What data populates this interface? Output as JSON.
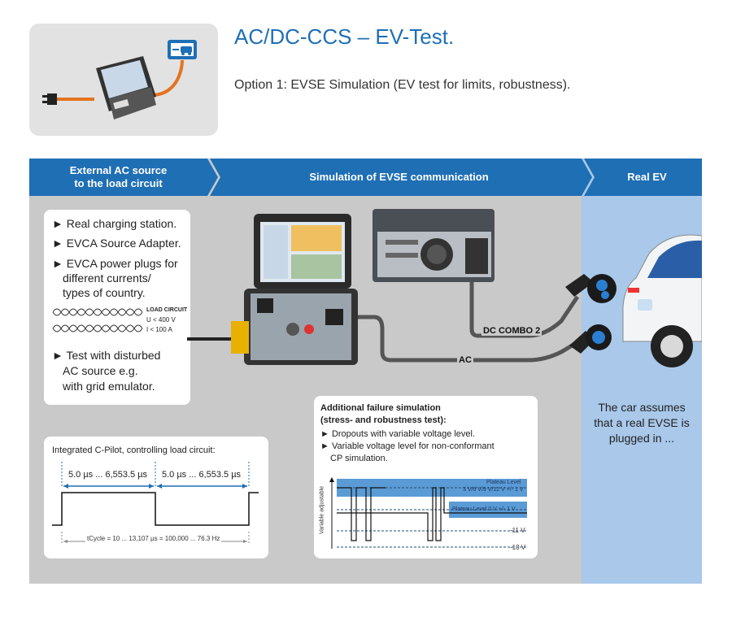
{
  "header": {
    "title": "AC/DC-CCS – EV-Test.",
    "subtitle": "Option 1: EVSE Simulation (EV test for limits, robustness)."
  },
  "columns": {
    "left": {
      "line1": "External AC source",
      "line2": "to the load circuit"
    },
    "mid": "Simulation of EVSE communication",
    "right": "Real EV"
  },
  "left_panel": {
    "items": [
      "Real charging station.",
      "EVCA Source Adapter.",
      "EVCA power plugs for",
      "different currents/",
      "types of country."
    ],
    "load_circuit": [
      "LOAD CIRCUIT",
      "U < 400 V",
      "I < 100 A"
    ],
    "items2": [
      "Test with disturbed",
      "AC source e.g.",
      "with grid emulator."
    ]
  },
  "cables": {
    "dc": "DC COMBO 2",
    "ac": "AC"
  },
  "real_ev": {
    "lines": [
      "The car assumes",
      "that a real EVSE is",
      "plugged in ..."
    ]
  },
  "cpilot": {
    "title": "Integrated C-Pilot, controlling load circuit:",
    "dur1": "5.0 µs ... 6,553.5 µs",
    "dur2": "5.0 µs ... 6,553.5 µs",
    "cycle": "tCycle = 10 ... 13,107 µs = 100,000 ... 76.3 Hz"
  },
  "failure": {
    "title1": "Additional failure simulation",
    "title2": "(stress- and robustness test):",
    "bullet1": "Dropouts with variable voltage level.",
    "bullet2a": "Variable voltage level for non-conformant",
    "bullet2b": "CP simulation.",
    "plateau1a": "Plateau Level",
    "plateau1b": "3 V/6 V/9 V/12 V +/- 1 V",
    "plateau0": "Plateau Level 0 V +/- 1 V",
    "m11": "-11 V",
    "m13": "-13 V",
    "axis": "Variable adjustable"
  },
  "colors": {
    "header_blue": "#1f6fb5",
    "panel_gray": "#c9c9c9",
    "ev_blue": "#a9c8ea",
    "cable_orange": "#e5731f"
  }
}
